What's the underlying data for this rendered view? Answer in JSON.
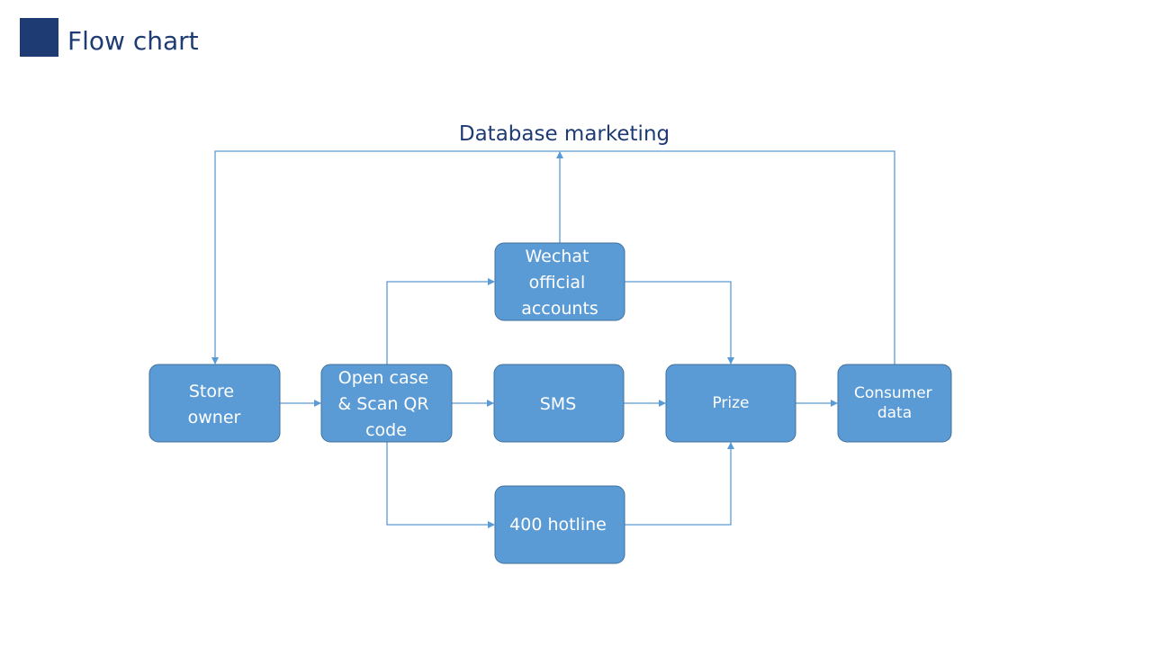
{
  "slide": {
    "title": "Flow chart"
  },
  "diagram": {
    "feedback_label": "Database marketing",
    "nodes": {
      "store_owner": [
        "Store",
        "owner"
      ],
      "open_case": [
        "Open case",
        "& Scan QR",
        "code"
      ],
      "wechat": [
        "Wechat",
        "official",
        "accounts"
      ],
      "sms": [
        "SMS"
      ],
      "hotline": [
        "400 hotline"
      ],
      "prize": [
        "Prize"
      ],
      "consumer_data": [
        "Consumer",
        "data"
      ]
    }
  },
  "colors": {
    "node_fill": "#5b9bd5",
    "node_border": "#41719c",
    "title_accent": "#1f3b73"
  }
}
